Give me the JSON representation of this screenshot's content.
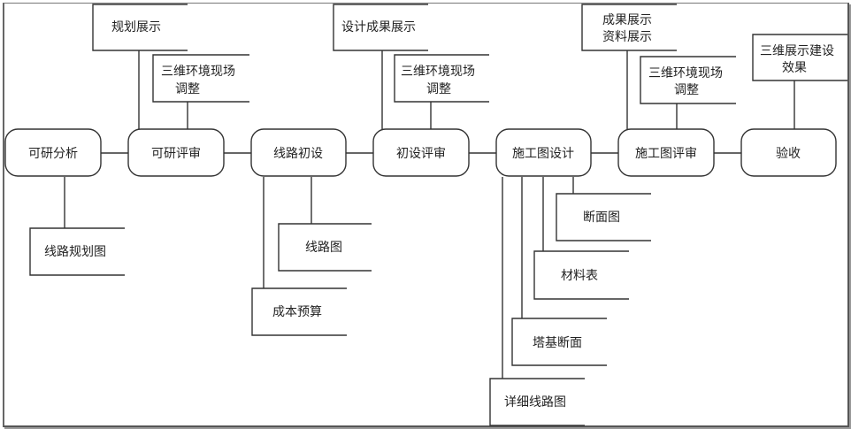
{
  "diagram": {
    "stages": [
      {
        "id": "s1",
        "label": "可研分析"
      },
      {
        "id": "s2",
        "label": "可研评审"
      },
      {
        "id": "s3",
        "label": "线路初设"
      },
      {
        "id": "s4",
        "label": "初设评审"
      },
      {
        "id": "s5",
        "label": "施工图设计"
      },
      {
        "id": "s6",
        "label": "施工图评审"
      },
      {
        "id": "s7",
        "label": "验收"
      }
    ],
    "top_notes": [
      {
        "id": "n1",
        "attached_to": "s2",
        "lines": [
          "规划展示"
        ]
      },
      {
        "id": "n2",
        "attached_to": "s2",
        "lines": [
          "三维环境现场",
          "调整"
        ]
      },
      {
        "id": "n3",
        "attached_to": "s4",
        "lines": [
          "设计成果展示"
        ]
      },
      {
        "id": "n4",
        "attached_to": "s4",
        "lines": [
          "三维环境现场",
          "调整"
        ]
      },
      {
        "id": "n5",
        "attached_to": "s6",
        "lines": [
          "成果展示",
          "资料展示"
        ]
      },
      {
        "id": "n6",
        "attached_to": "s6",
        "lines": [
          "三维环境现场",
          "调整"
        ]
      },
      {
        "id": "n7",
        "attached_to": "s7",
        "lines": [
          "三维展示建设",
          "效果"
        ]
      }
    ],
    "bottom_notes": [
      {
        "id": "b1",
        "attached_to": "s1",
        "lines": [
          "线路规划图"
        ]
      },
      {
        "id": "b2",
        "attached_to": "s3",
        "lines": [
          "线路图"
        ]
      },
      {
        "id": "b3",
        "attached_to": "s3",
        "lines": [
          "成本预算"
        ]
      },
      {
        "id": "b4",
        "attached_to": "s5",
        "lines": [
          "断面图"
        ]
      },
      {
        "id": "b5",
        "attached_to": "s5",
        "lines": [
          "材料表"
        ]
      },
      {
        "id": "b6",
        "attached_to": "s5",
        "lines": [
          "塔基断面"
        ]
      },
      {
        "id": "b7",
        "attached_to": "s5",
        "lines": [
          "详细线路图"
        ]
      }
    ]
  }
}
